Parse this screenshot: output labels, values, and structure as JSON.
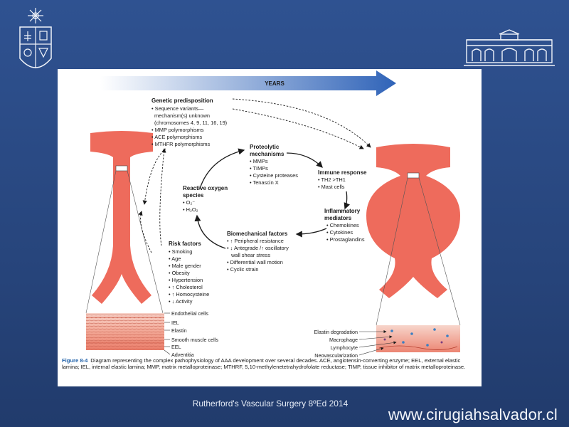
{
  "timeline": {
    "label": "YEARS"
  },
  "genetic": {
    "title": "Genetic predisposition",
    "lines": [
      "• Sequence variants—",
      "  mechanism(s) unknown",
      "  (chromosomes 4, 9, 11, 16, 19)",
      "• MMP polymorphisms",
      "• ACE polymorphisms",
      "• MTHFR polymorphisms"
    ]
  },
  "proteolytic": {
    "title_lines": [
      "Proteolytic",
      "mechanisms"
    ],
    "lines": [
      "• MMPs",
      "• TIMPs",
      "• Cysteine proteases",
      "• Tenascin X"
    ]
  },
  "immune": {
    "title": "Immune response",
    "lines": [
      "• TH2 >TH1",
      "• Mast cells"
    ]
  },
  "inflammatory": {
    "title_lines": [
      "Inflammatory",
      "mediators"
    ],
    "lines": [
      "• Chemokines",
      "• Cytokines",
      "• Prostaglandins"
    ]
  },
  "biomechanical": {
    "title": "Biomechanical factors",
    "lines": [
      "• ↑ Peripheral resistance",
      "• ↓ Antegrade /↑ oscillatory",
      "  wall shear stress",
      "• Differential wall motion",
      "• Cyclic strain"
    ]
  },
  "ros": {
    "title_lines": [
      "Reactive oxygen",
      "species"
    ],
    "lines": [
      "• O₂⁻",
      "• H₂O₂"
    ]
  },
  "risk": {
    "title": "Risk factors",
    "lines": [
      "• Smoking",
      "• Age",
      "• Male gender",
      "• Obesity",
      "• Hypertension",
      "• ↑ Cholesterol",
      "• ↑ Homocysteine",
      "• ↓ Activity"
    ]
  },
  "wall_left_labels": [
    "Endothelial cells",
    "IEL",
    "Elastin",
    "Smooth muscle cells",
    "EEL",
    "Adventitia"
  ],
  "wall_right_labels": [
    "Elastin degradation",
    "Macrophage",
    "Lymphocyte",
    "Neovascularization"
  ],
  "caption": {
    "figure": "Figure 8-4",
    "text": "Diagram representing the complex pathophysiology of AAA development over several decades. ACE, angiotensin-converting enzyme; EEL, external elastic lamina; IEL, internal elastic lamina; MMP, matrix metalloproteinase; MTHRF, 5,10-methylenetetrahydrofolate reductase; TIMP, tissue inhibitor of matrix metalloproteinase."
  },
  "footer": {
    "credit": "Rutherford's Vascular Surgery 8ºEd 2014",
    "url": "www.cirugiahsalvador.cl"
  },
  "colors": {
    "slide_bg": "#2a4a82",
    "aorta": "#ee6b5c",
    "arrow": "#2f63b8",
    "caption_figure": "#1d5fa8"
  }
}
